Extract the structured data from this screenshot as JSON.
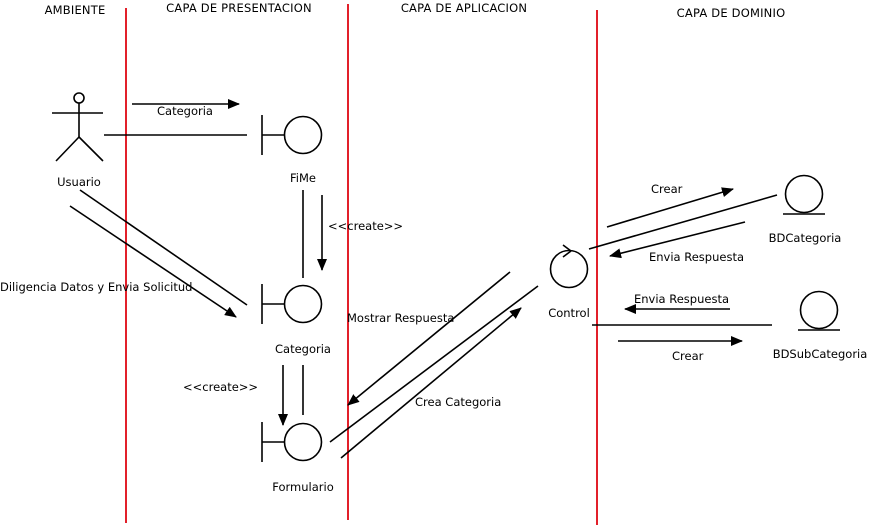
{
  "lanes": {
    "ambiente": "AMBIENTE",
    "presentacion": "CAPA DE PRESENTACION",
    "aplicacion": "CAPA DE APLICACION",
    "dominio": "CAPA DE DOMINIO"
  },
  "actor": {
    "label": "Usuario"
  },
  "objects": {
    "fime": "FiMe",
    "categoria": "Categoria",
    "formulario": "Formulario",
    "control": "Control",
    "bd_categoria": "BDCategoria",
    "bd_subcategoria": "BDSubCategoria"
  },
  "messages": {
    "categoria": "Categoria",
    "create_1": "<<create>>",
    "diligencia": "Diligencia Datos y Envia Solicitud",
    "create_2": "<<create>>",
    "mostrar_respuesta": "Mostrar Respuesta",
    "crea_categoria": "Crea Categoria",
    "crear_1": "Crear",
    "envia_respuesta_1": "Envia Respuesta",
    "envia_respuesta_2": "Envia Respuesta",
    "crear_2": "Crear"
  },
  "colors": {
    "separator": "#e2202a",
    "line": "#000000"
  }
}
